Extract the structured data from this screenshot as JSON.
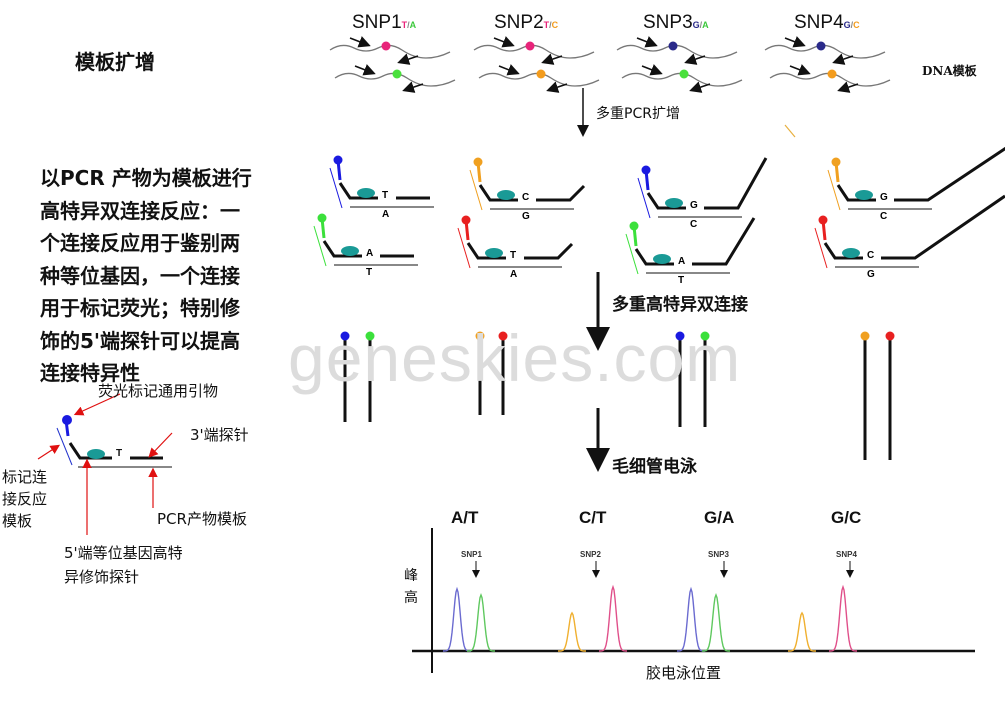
{
  "section_title": "模板扩增",
  "snps": [
    {
      "name": "SNP1",
      "alleles": [
        {
          "text": "T",
          "color": "#e8247a"
        },
        {
          "text": "/",
          "color": "#888"
        },
        {
          "text": "A",
          "color": "#3cc83c"
        }
      ],
      "dots": [
        "#e8247a",
        "#49e03c"
      ]
    },
    {
      "name": "SNP2",
      "alleles": [
        {
          "text": "T",
          "color": "#e8247a"
        },
        {
          "text": "/",
          "color": "#888"
        },
        {
          "text": "C",
          "color": "#f39c1d"
        }
      ],
      "dots": [
        "#e8247a",
        "#f39c1d"
      ]
    },
    {
      "name": "SNP3",
      "alleles": [
        {
          "text": "G",
          "color": "#2a2a8a"
        },
        {
          "text": "/",
          "color": "#888"
        },
        {
          "text": "A",
          "color": "#3cc83c"
        }
      ],
      "dots": [
        "#2a2a8a",
        "#49e03c"
      ]
    },
    {
      "name": "SNP4",
      "alleles": [
        {
          "text": "G",
          "color": "#2a2a8a"
        },
        {
          "text": "/",
          "color": "#888"
        },
        {
          "text": "C",
          "color": "#f39c1d"
        }
      ],
      "dots": [
        "#2a2a8a",
        "#f39c1d"
      ]
    }
  ],
  "dna_template_label": "DNA模板",
  "steps": {
    "pcr": "多重PCR扩增",
    "ligation": "多重高特异双连接",
    "electrophoresis": "毛细管电泳"
  },
  "description_lines": [
    "以PCR 产物为模板进行",
    "高特异双连接反应：一",
    "个连接反应用于鉴别两",
    "种等位基因，一个连接",
    "用于标记荧光；特别修",
    "饰的5'端探针可以提高",
    "连接特异性"
  ],
  "probes": [
    {
      "color": "#1a1ae0",
      "probe_base": "T",
      "template_base": "A"
    },
    {
      "color": "#3be03b",
      "probe_base": "A",
      "template_base": "T"
    },
    {
      "color": "#f0a020",
      "probe_base": "C",
      "template_base": "G"
    },
    {
      "color": "#e82020",
      "probe_base": "T",
      "template_base": "A"
    },
    {
      "color": "#1a1ae0",
      "probe_base": "G",
      "template_base": "C"
    },
    {
      "color": "#3be03b",
      "probe_base": "A",
      "template_base": "T"
    },
    {
      "color": "#f0a020",
      "probe_base": "G",
      "template_base": "C"
    },
    {
      "color": "#e82020",
      "probe_base": "C",
      "template_base": "G"
    }
  ],
  "products": [
    {
      "colors": [
        "#1a1ae0",
        "#3be03b"
      ]
    },
    {
      "colors": [
        "#f0a020",
        "#e82020"
      ]
    },
    {
      "colors": [
        "#1a1ae0",
        "#3be03b"
      ]
    },
    {
      "colors": [
        "#f0a020",
        "#e82020"
      ]
    }
  ],
  "watermark": "geneskies.com",
  "legend_diagram": {
    "probe_base": "T",
    "fluor_primer": "荧光标记通用引物",
    "probe_3": "3'端探针",
    "ligation_template": [
      "标记连",
      "接反应",
      "模板"
    ],
    "pcr_template": "PCR产物模板",
    "probe_5": [
      "5'端等位基因高特",
      "异修饰探针"
    ]
  },
  "electropherogram": {
    "genotypes": [
      "A/T",
      "C/T",
      "G/A",
      "G/C"
    ],
    "snp_labels": [
      "SNP1",
      "SNP2",
      "SNP3",
      "SNP4"
    ],
    "y_label": [
      "峰",
      "高"
    ],
    "x_label": "胶电泳位置",
    "peaks": [
      {
        "snp": "SNP1",
        "color": "#6b6bd0",
        "height": 62
      },
      {
        "snp": "SNP1",
        "color": "#5fc85f",
        "height": 56
      },
      {
        "snp": "SNP2",
        "color": "#f0b030",
        "height": 38
      },
      {
        "snp": "SNP2",
        "color": "#e0508a",
        "height": 64
      },
      {
        "snp": "SNP3",
        "color": "#6b6bd0",
        "height": 62
      },
      {
        "snp": "SNP3",
        "color": "#5fc85f",
        "height": 56
      },
      {
        "snp": "SNP4",
        "color": "#f0b030",
        "height": 38
      },
      {
        "snp": "SNP4",
        "color": "#e0508a",
        "height": 64
      }
    ]
  }
}
